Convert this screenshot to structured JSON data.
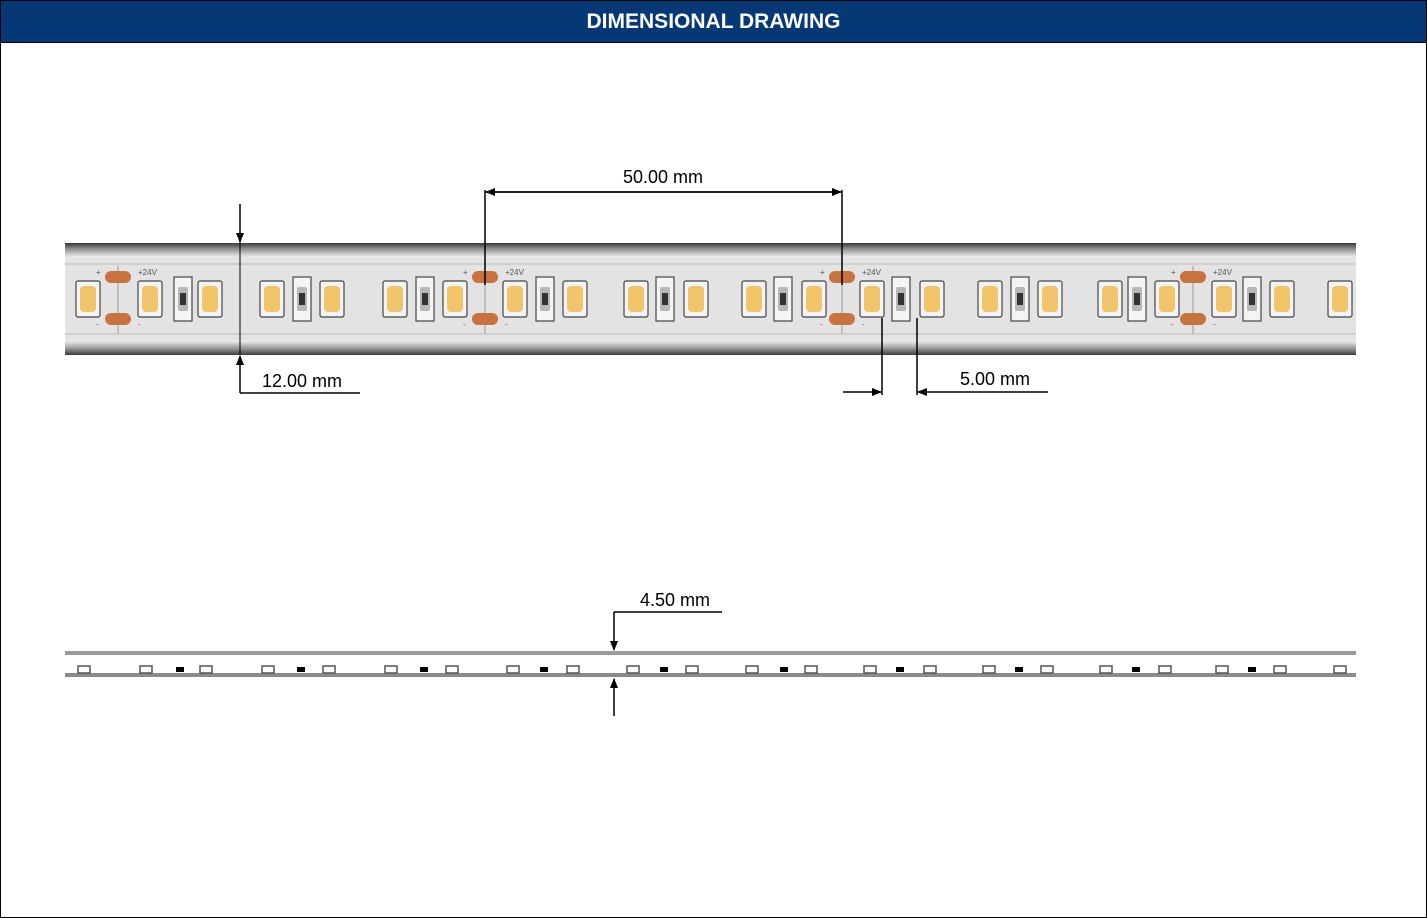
{
  "header": {
    "title": "DIMENSIONAL DRAWING"
  },
  "dimensions": {
    "cut_length": "50.00 mm",
    "width": "12.00 mm",
    "led_pitch": "5.00 mm",
    "height": "4.50 mm"
  },
  "strip_markings": {
    "plus": "+",
    "minus": "-",
    "voltage": "+24V"
  },
  "colors": {
    "header_bg": "#063876",
    "led": "#f2c56b",
    "solder_pad": "#c8733d",
    "strip_body": "#d8d8d8"
  }
}
